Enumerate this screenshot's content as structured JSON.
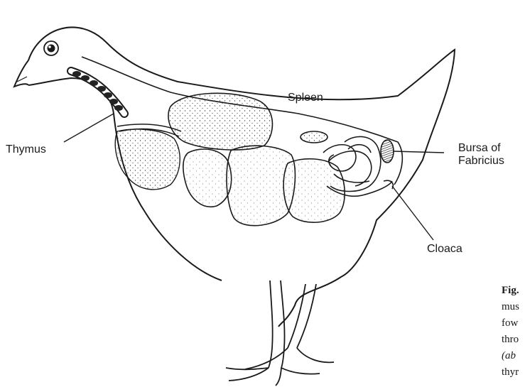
{
  "labels": {
    "thymus": "Thymus",
    "spleen": "Spleen",
    "bursa_line1": "Bursa of",
    "bursa_line2": "Fabricius",
    "cloaca": "Cloaca"
  },
  "caption": {
    "line1": "Fig.",
    "line2": "mus",
    "line3": "fow",
    "line4": "thro",
    "line5": "(ab",
    "line6": "thyr"
  },
  "colors": {
    "ink": "#1a1a1a",
    "stipple": "#444444",
    "bursa_fill": "#555555",
    "paper": "#ffffff"
  }
}
